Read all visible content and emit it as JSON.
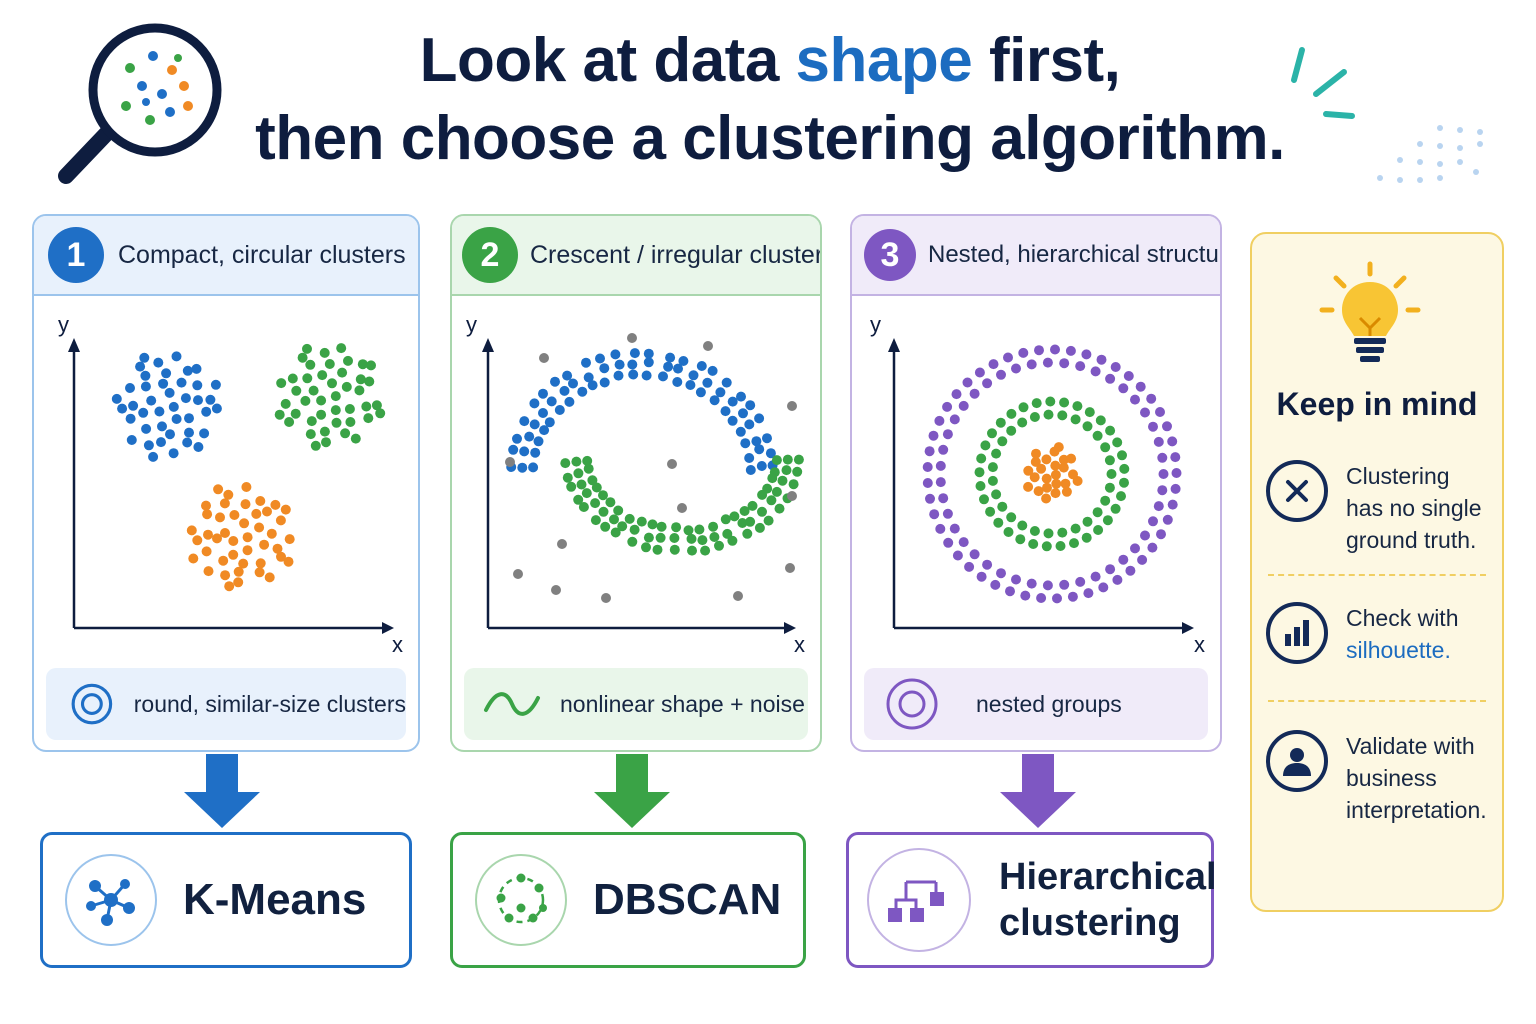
{
  "header": {
    "title_before": "Look at data ",
    "title_highlight": "shape",
    "title_after": " first,",
    "title_line2": "then choose a clustering algorithm."
  },
  "panels": [
    {
      "number": "1",
      "title": "Compact, circular clusters",
      "footer": "round, similar-size clusters",
      "x_axis": "x",
      "y_axis": "y",
      "color": "#1f6fc6",
      "algorithm": "K-Means"
    },
    {
      "number": "2",
      "title": "Crescent / irregular clusters",
      "footer": "nonlinear shape + noise",
      "x_axis": "x",
      "y_axis": "y",
      "color": "#3aa346",
      "algorithm": "DBSCAN"
    },
    {
      "number": "3",
      "title": "Nested, hierarchical structure",
      "footer": "nested groups",
      "x_axis": "x",
      "y_axis": "y",
      "color": "#7e57c2",
      "algorithm_line1": "Hierarchical",
      "algorithm_line2": "clustering"
    }
  ],
  "tips": {
    "heading": "Keep in mind",
    "items": [
      {
        "text": "Clustering has no single ground truth.",
        "icon": "x-circle-icon"
      },
      {
        "text_before": "Check with ",
        "text_highlight": "silhouette.",
        "icon": "bar-chart-icon"
      },
      {
        "text": "Validate with business interpretation.",
        "icon": "user-icon"
      }
    ]
  },
  "colors": {
    "blue": "#1f6fc6",
    "green": "#3aa346",
    "purple": "#7e57c2",
    "orange": "#f08a24",
    "navy": "#0e1d3f",
    "tip_border": "#f0cf62",
    "tip_bg": "#fdf8e3",
    "noise": "#808080"
  }
}
